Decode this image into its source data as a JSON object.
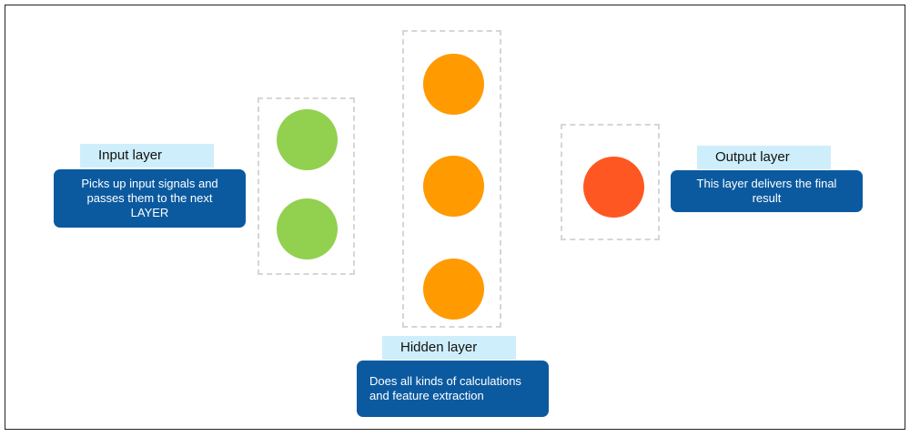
{
  "layers": {
    "input": {
      "label": "Input layer",
      "description": "Picks up input signals and passes them to the next LAYER",
      "color": "#92d050"
    },
    "hidden": {
      "label": "Hidden layer",
      "description": "Does all kinds of calculations and feature extraction",
      "color": "#ff9a00"
    },
    "output": {
      "label": "Output layer",
      "description": "This layer delivers the final result",
      "color": "#ff5722"
    }
  },
  "colors": {
    "tag_background": "#cfeefb",
    "description_background": "#0b5aa0",
    "dashed_border": "#d6d6d6"
  }
}
